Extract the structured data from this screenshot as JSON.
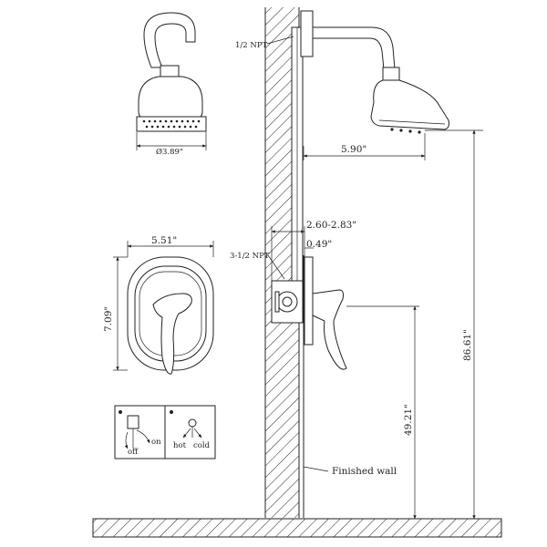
{
  "labels": {
    "nipple_thread": "1/2 NPT",
    "head_diameter": "Ø3.89\"",
    "arm_reach": "5.90\"",
    "depth_range": "2.60-2.83\"",
    "valve_thread": "3-1/2 NPT",
    "plate_offset": "0.49\"",
    "plate_width": "5.51\"",
    "plate_height": "7.09\"",
    "head_height": "86.61\"",
    "valve_height": "49.21\"",
    "wall_label": "Finished wall",
    "handle_off": "off",
    "handle_on": "on",
    "handle_hot": "hot",
    "handle_cold": "cold"
  },
  "colors": {
    "line": "#222222",
    "background": "#ffffff"
  },
  "icons": {
    "handle_direction": "lever-rotation-icon",
    "temperature_direction": "hot-cold-arrows-icon"
  }
}
